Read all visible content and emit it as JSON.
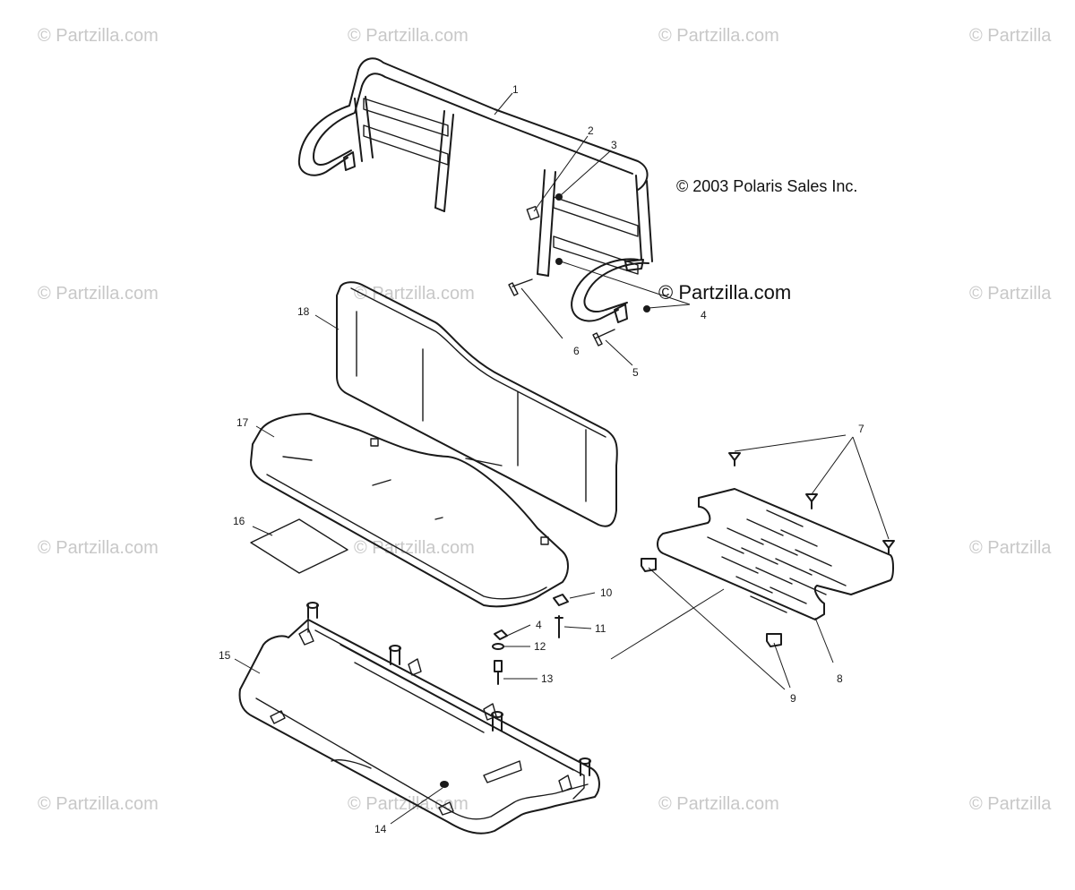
{
  "copyright": "© 2003 Polaris Sales Inc.",
  "watermark_main": "© Partzilla.com",
  "watermarks": [
    "© Partzilla.com",
    "© Partzilla.com",
    "© Partzilla.com",
    "© Partzilla",
    "© Partzilla.com",
    "© Partzilla",
    "© Partzilla.com",
    "© Partzilla.com",
    "© Partzilla",
    "© Partzilla.com",
    "© Partzilla.com",
    "© Partzilla",
    "© Partzilla.com",
    "© Partzilla.com"
  ],
  "callouts": [
    "1",
    "2",
    "3",
    "4",
    "5",
    "6",
    "7",
    "8",
    "9",
    "10",
    "4",
    "11",
    "12",
    "13",
    "14",
    "15",
    "16",
    "17",
    "18"
  ]
}
